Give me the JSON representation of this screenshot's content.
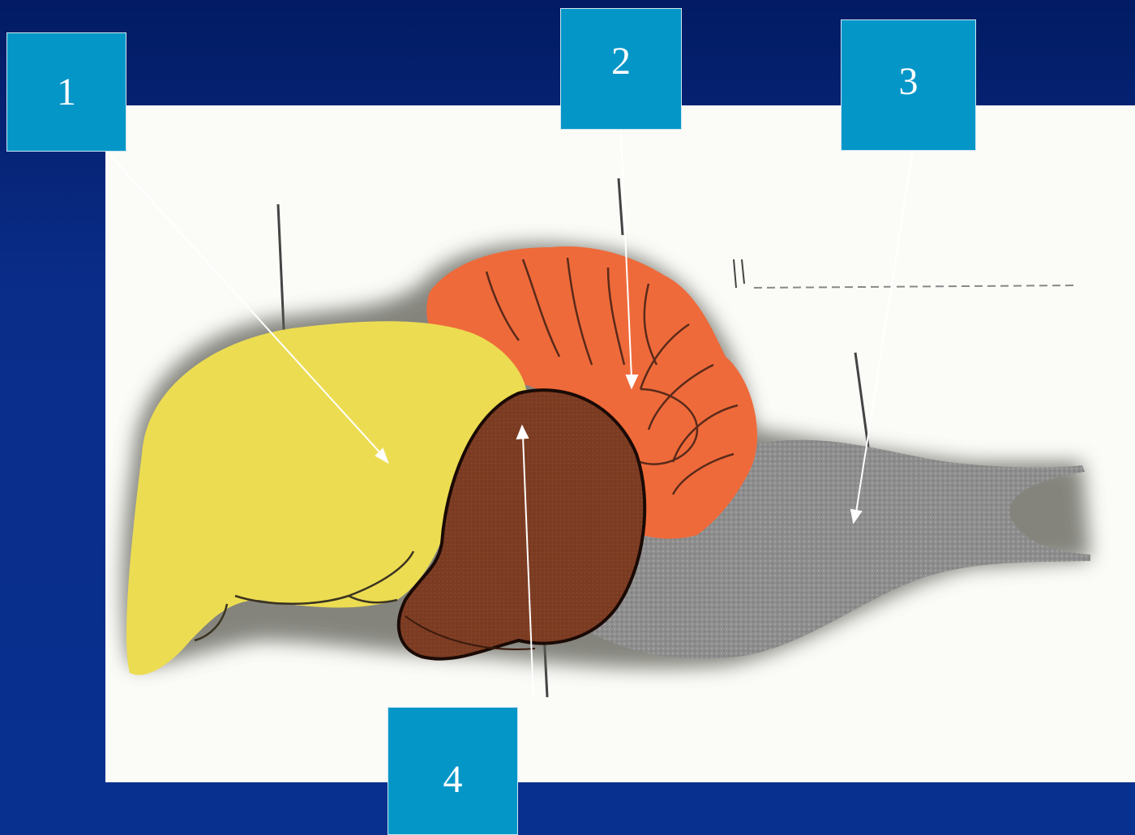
{
  "labels": [
    {
      "id": "1",
      "text": "1",
      "region": "forebrain-hemisphere",
      "color": "#eedd55"
    },
    {
      "id": "2",
      "text": "2",
      "region": "cerebellum",
      "color": "#f07040"
    },
    {
      "id": "3",
      "text": "3",
      "region": "medulla-oblongata",
      "color": "#8f8f8f"
    },
    {
      "id": "4",
      "text": "4",
      "region": "midbrain",
      "color": "#7a3a22"
    }
  ],
  "colors": {
    "background_top": "#021b63",
    "background_bottom": "#08308f",
    "panel": "#fbfbf8",
    "label_box": "#0596c8",
    "arrow": "#ffffff"
  }
}
